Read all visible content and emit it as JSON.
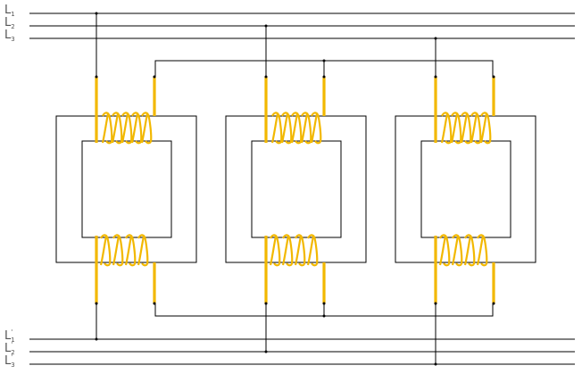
{
  "diagram": {
    "colors": {
      "conductor": "#f2b800",
      "wire": "#000000",
      "label": "#555555"
    },
    "primary_lines": [
      {
        "main": "L",
        "sub": "1",
        "prime": ""
      },
      {
        "main": "L",
        "sub": "2",
        "prime": ""
      },
      {
        "main": "L",
        "sub": "3",
        "prime": ""
      }
    ],
    "secondary_lines": [
      {
        "main": "L",
        "sub": "1",
        "prime": "'"
      },
      {
        "main": "L",
        "sub": "2",
        "prime": "'"
      },
      {
        "main": "L",
        "sub": "3",
        "prime": "'"
      }
    ],
    "transformers": [
      {
        "phase": 1,
        "primary_turns": 5,
        "secondary_turns": 4
      },
      {
        "phase": 2,
        "primary_turns": 5,
        "secondary_turns": 4
      },
      {
        "phase": 3,
        "primary_turns": 5,
        "secondary_turns": 4
      }
    ]
  }
}
